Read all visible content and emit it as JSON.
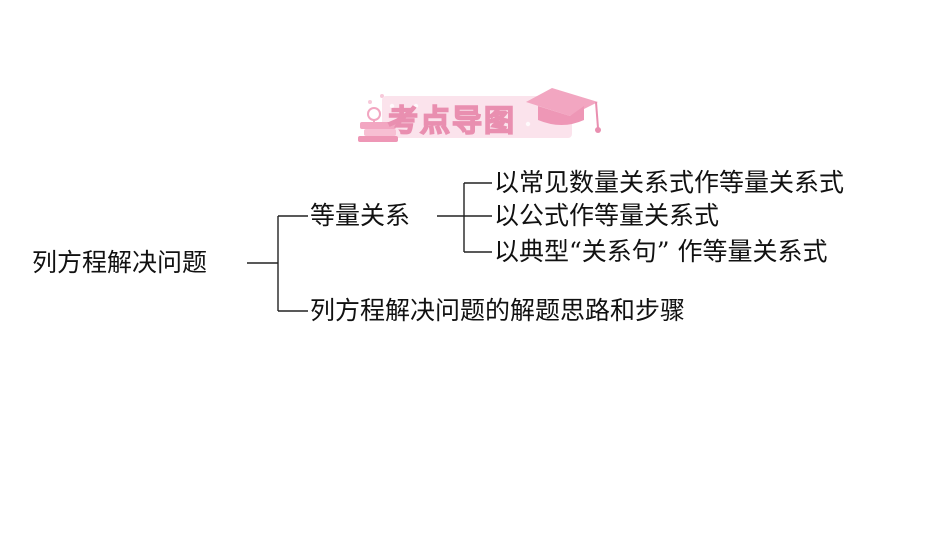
{
  "header": {
    "title": "考点导图",
    "accent_color": "#f2a6c1"
  },
  "diagram": {
    "root": "列方程解决问题",
    "branch_relation": "等量关系",
    "leaves": [
      "以常见数量关系式作等量关系式",
      "以公式作等量关系式",
      "以典型“关系句” 作等量关系式"
    ],
    "branch_steps": "列方程解决问题的解题思路和步骤"
  }
}
